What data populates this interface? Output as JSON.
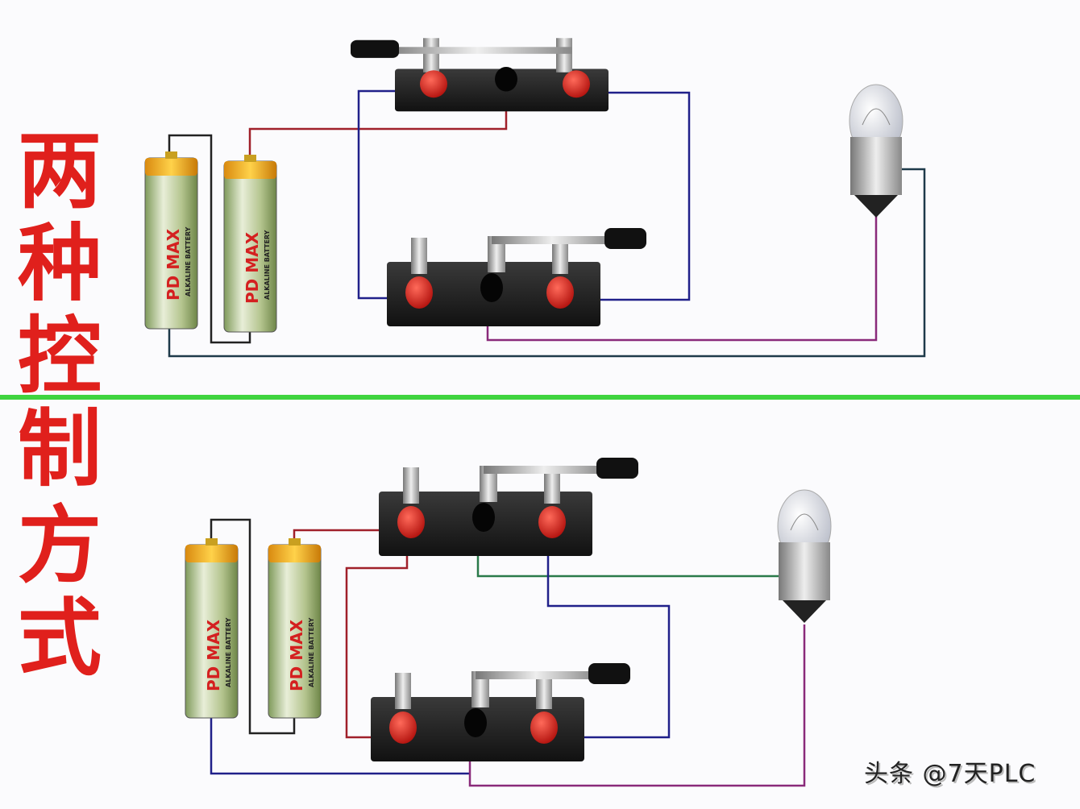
{
  "title_chars": [
    "两",
    "种",
    "控",
    "制",
    "方",
    "式"
  ],
  "battery": {
    "brand": "PD MAX",
    "subtitle": "ALKALINE BATTERY"
  },
  "watermark": "头条 @7天PLC",
  "colors": {
    "title": "#e0201c",
    "divider": "#3fd43f",
    "wire_red": "#a0202a",
    "wire_blue": "#20208a",
    "wire_purple": "#8a2a7a",
    "wire_green": "#2a7a4a",
    "wire_dark": "#222222"
  }
}
